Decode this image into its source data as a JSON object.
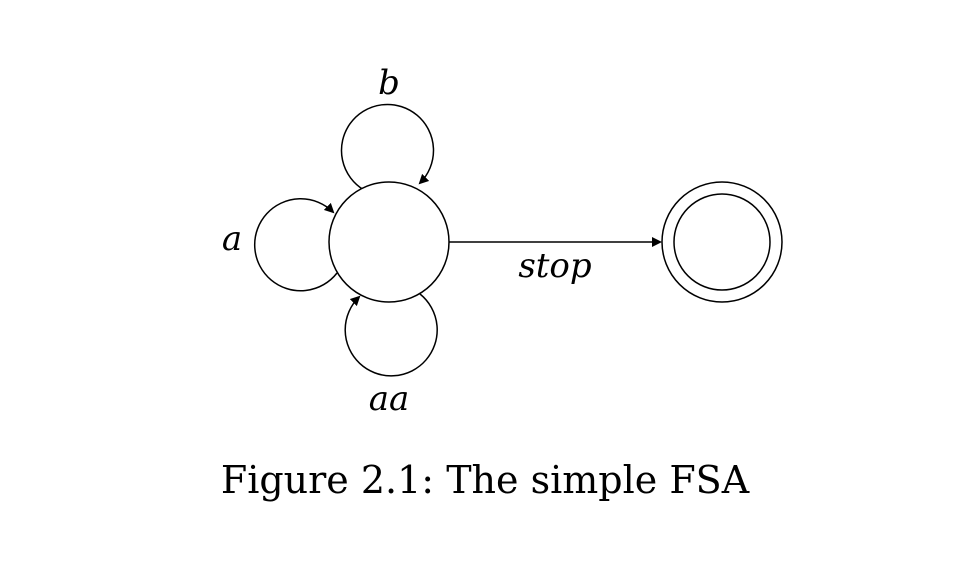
{
  "diagram": {
    "type": "finite-state-automaton",
    "colors": {
      "stroke": "#000000",
      "background": "#ffffff"
    },
    "states": [
      {
        "id": "start",
        "accepting": false
      },
      {
        "id": "end",
        "accepting": true
      }
    ],
    "transitions": [
      {
        "from": "start",
        "to": "start",
        "label": "b"
      },
      {
        "from": "start",
        "to": "start",
        "label": "a"
      },
      {
        "from": "start",
        "to": "start",
        "label": "aa"
      },
      {
        "from": "start",
        "to": "end",
        "label": "stop"
      }
    ]
  },
  "caption": "Figure 2.1: The simple FSA"
}
